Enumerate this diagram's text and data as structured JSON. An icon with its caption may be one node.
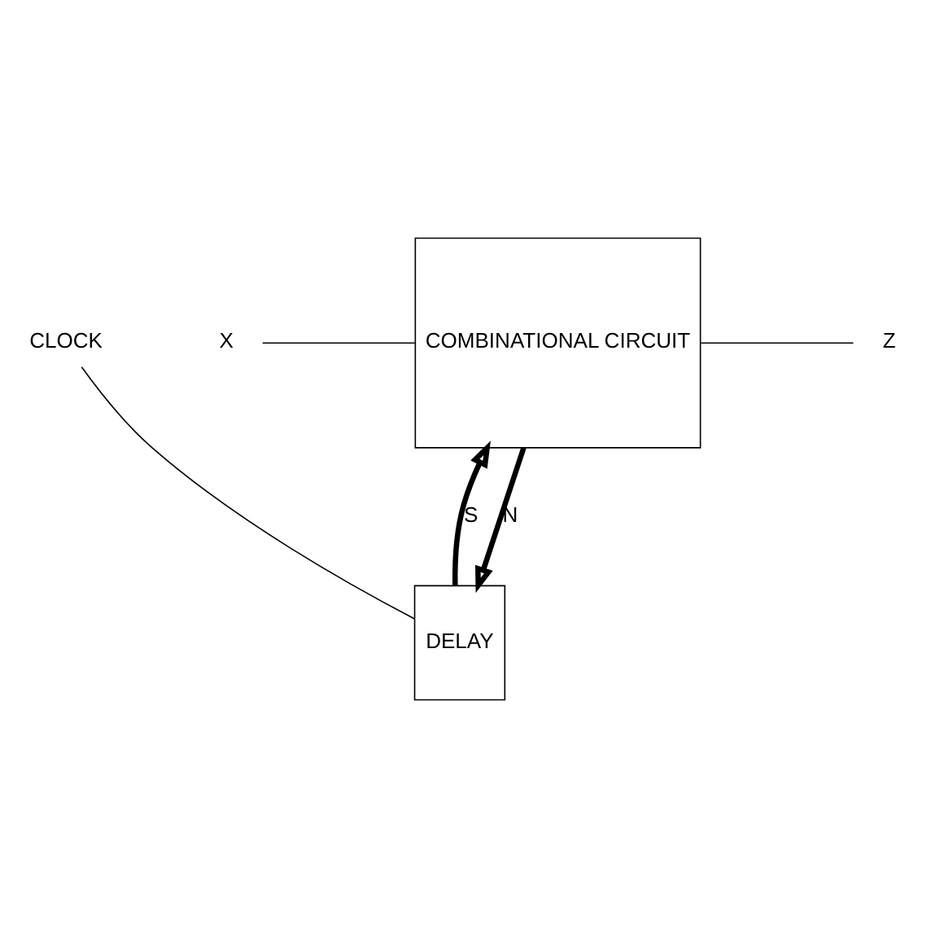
{
  "diagram": {
    "nodes": [
      {
        "text": [
          "COMBINATIONAL CIRCUIT"
        ]
      },
      {
        "text": [
          "DELAY"
        ]
      },
      {
        "text": [
          "X"
        ]
      },
      {
        "text": [
          "Z"
        ]
      },
      {
        "text": [
          "CLOCK"
        ]
      }
    ],
    "edges": [
      {
        "from": 2,
        "to": 0,
        "arrow": "none"
      },
      {
        "from": 0,
        "to": 3,
        "arrow": "none"
      },
      {
        "from": 0,
        "to": 1,
        "arrow": "to",
        "label": "N",
        "style": "thick"
      },
      {
        "from": 1,
        "to": 0,
        "arrow": "to",
        "label": "S",
        "style": "thick"
      },
      {
        "from": 4,
        "to": 1,
        "arrow": "none"
      }
    ]
  }
}
